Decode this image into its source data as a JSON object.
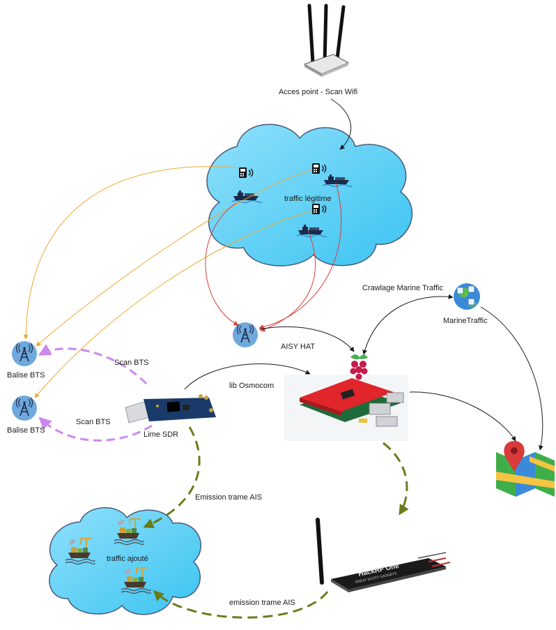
{
  "labels": {
    "access_point": "Acces point - Scan Wifi",
    "traffic_legit": "traffic légitime",
    "crawl": "Crawlage Marine Traffic",
    "marinetraffic": "MarineTraffic",
    "aisy_hat": "AISY HAT",
    "scan_bts_top": "Scan BTS",
    "scan_bts_bottom": "Scan BTS",
    "balise_top": "Balise BTS",
    "balise_bottom": "Balise BTS",
    "lib_osmocom": "lib Osmocom",
    "lime_sdr": "Lime SDR",
    "emission_top": "Emission trame AIS",
    "traffic_added": "traffic ajouté",
    "emission_bottom": "emission trame AIS",
    "hackrf_brand": "HackRF One",
    "hackrf_tagline": "GREAT SCOTT GADGETS"
  },
  "colors": {
    "cloud_fill": "#6fd3f7",
    "cloud_stroke": "#4a5a7a",
    "orange_arrow": "#f0a830",
    "red_arrow": "#d93a3a",
    "black_arrow": "#1a1a1a",
    "purple_dash": "#cc88ee",
    "olive_dash": "#6b7a1a",
    "tower_circle": "#6fa8dc",
    "pi_red": "#e0252b",
    "map_green": "#3fae49",
    "map_blue": "#3b8ad9",
    "map_yellow": "#f6c343"
  },
  "icons": [
    "antenna-router-icon",
    "phone-signal-icon",
    "ship-icon",
    "cell-tower-icon",
    "raspberry-pi-logo-icon",
    "globe-icon",
    "map-pin-icon",
    "crane-ship-icon"
  ]
}
